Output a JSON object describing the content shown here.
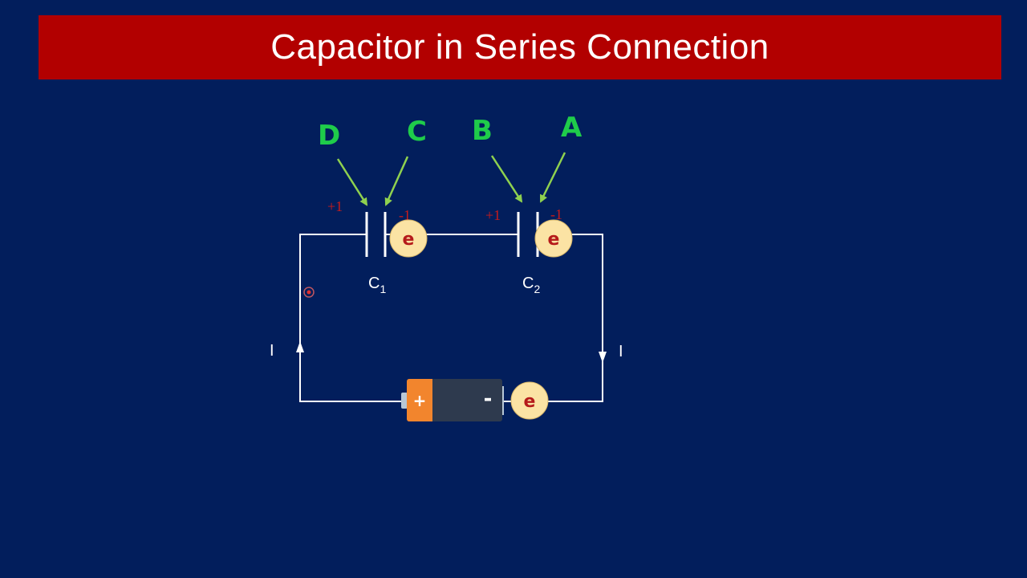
{
  "slide": {
    "title": "Capacitor in Series Connection"
  },
  "plate_labels": {
    "d": "D",
    "c": "C",
    "b": "B",
    "a": "A"
  },
  "charges": {
    "c1_left": "+1",
    "c1_right": "-1",
    "c2_left": "+1",
    "c2_right": "-1"
  },
  "capacitors": {
    "c1_letter": "C",
    "c1_sub": "1",
    "c2_letter": "C",
    "c2_sub": "2"
  },
  "current": {
    "left": "I",
    "right": "I"
  },
  "electrons": {
    "label": "e"
  },
  "battery": {
    "positive": "+",
    "negative": "-"
  },
  "colors": {
    "background": "#021e5c",
    "title_bar": "#b20000",
    "plate_label": "#1fcc4a",
    "charge": "#c81b1b",
    "electron_fill": "#fbe3a4",
    "battery_positive": "#f2852d",
    "battery_body": "#2e3a4e"
  }
}
